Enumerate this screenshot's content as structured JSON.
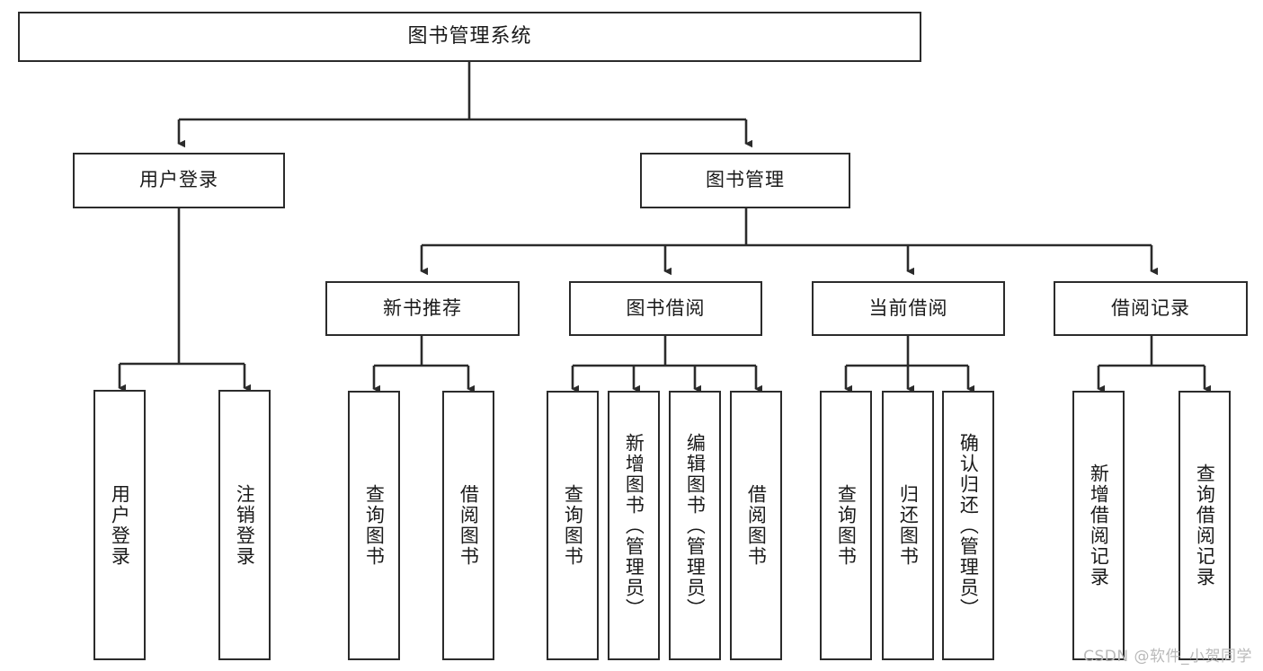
{
  "diagram": {
    "title": "图书管理系统",
    "type": "hierarchy-tree",
    "levels": 4
  },
  "nodes": {
    "root": {
      "label": "图书管理系统"
    },
    "level2": [
      {
        "label": "用户登录"
      },
      {
        "label": "图书管理"
      }
    ],
    "level3": [
      {
        "label": "新书推荐"
      },
      {
        "label": "图书借阅"
      },
      {
        "label": "当前借阅"
      },
      {
        "label": "借阅记录"
      }
    ],
    "leaves": {
      "user_login": [
        {
          "label": "用户登录"
        },
        {
          "label": "注销登录"
        }
      ],
      "new_book": [
        {
          "label": "查询图书"
        },
        {
          "label": "借阅图书"
        }
      ],
      "book_borrow": [
        {
          "label": "查询图书"
        },
        {
          "label": "新增图书（管理员）"
        },
        {
          "label": "编辑图书（管理员）"
        },
        {
          "label": "借阅图书"
        }
      ],
      "current_borrow": [
        {
          "label": "查询图书"
        },
        {
          "label": "归还图书"
        },
        {
          "label": "确认归还（管理员）"
        }
      ],
      "borrow_record": [
        {
          "label": "新增借阅记录"
        },
        {
          "label": "查询借阅记录"
        }
      ]
    }
  },
  "watermark": {
    "text": "CSDN @软件_小贺同学"
  },
  "colors": {
    "border": "#2b2b2b",
    "background": "#ffffff",
    "text": "#1a1a1a",
    "watermark": "#b9b9b9"
  }
}
